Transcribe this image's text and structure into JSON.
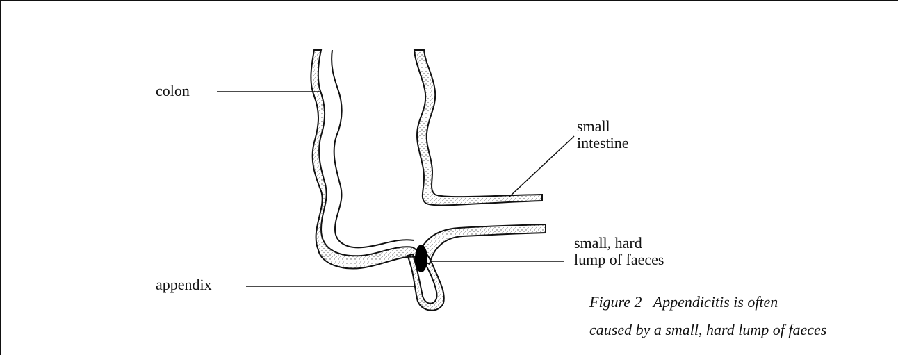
{
  "labels": {
    "colon": "colon",
    "small_intestine_line1": "small",
    "small_intestine_line2": "intestine",
    "lump_line1": "small, hard",
    "lump_line2": "lump of faeces",
    "appendix": "appendix"
  },
  "caption": {
    "line1": "Figure 2   Appendicitis is often",
    "line2": "caused by a small, hard lump of faeces"
  },
  "colors": {
    "ink": "#111111",
    "stipple": "#555555",
    "lump": "#000000"
  }
}
